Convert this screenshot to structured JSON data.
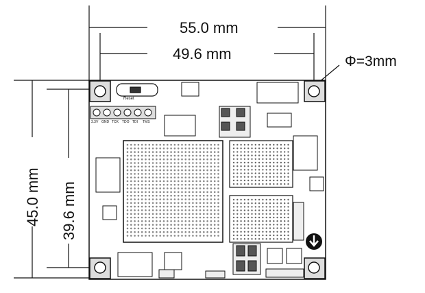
{
  "dimensions": {
    "outer_width": "55.0 mm",
    "inner_width": "49.6 mm",
    "outer_height": "45.0 mm",
    "inner_height": "39.6 mm",
    "hole_diameter": "Φ=3mm"
  },
  "board": {
    "silkscreen": {
      "reset": "Reset",
      "pins": [
        "3.3V",
        "GND",
        "TCK",
        "TDO",
        "TDI",
        "TMS"
      ]
    }
  }
}
